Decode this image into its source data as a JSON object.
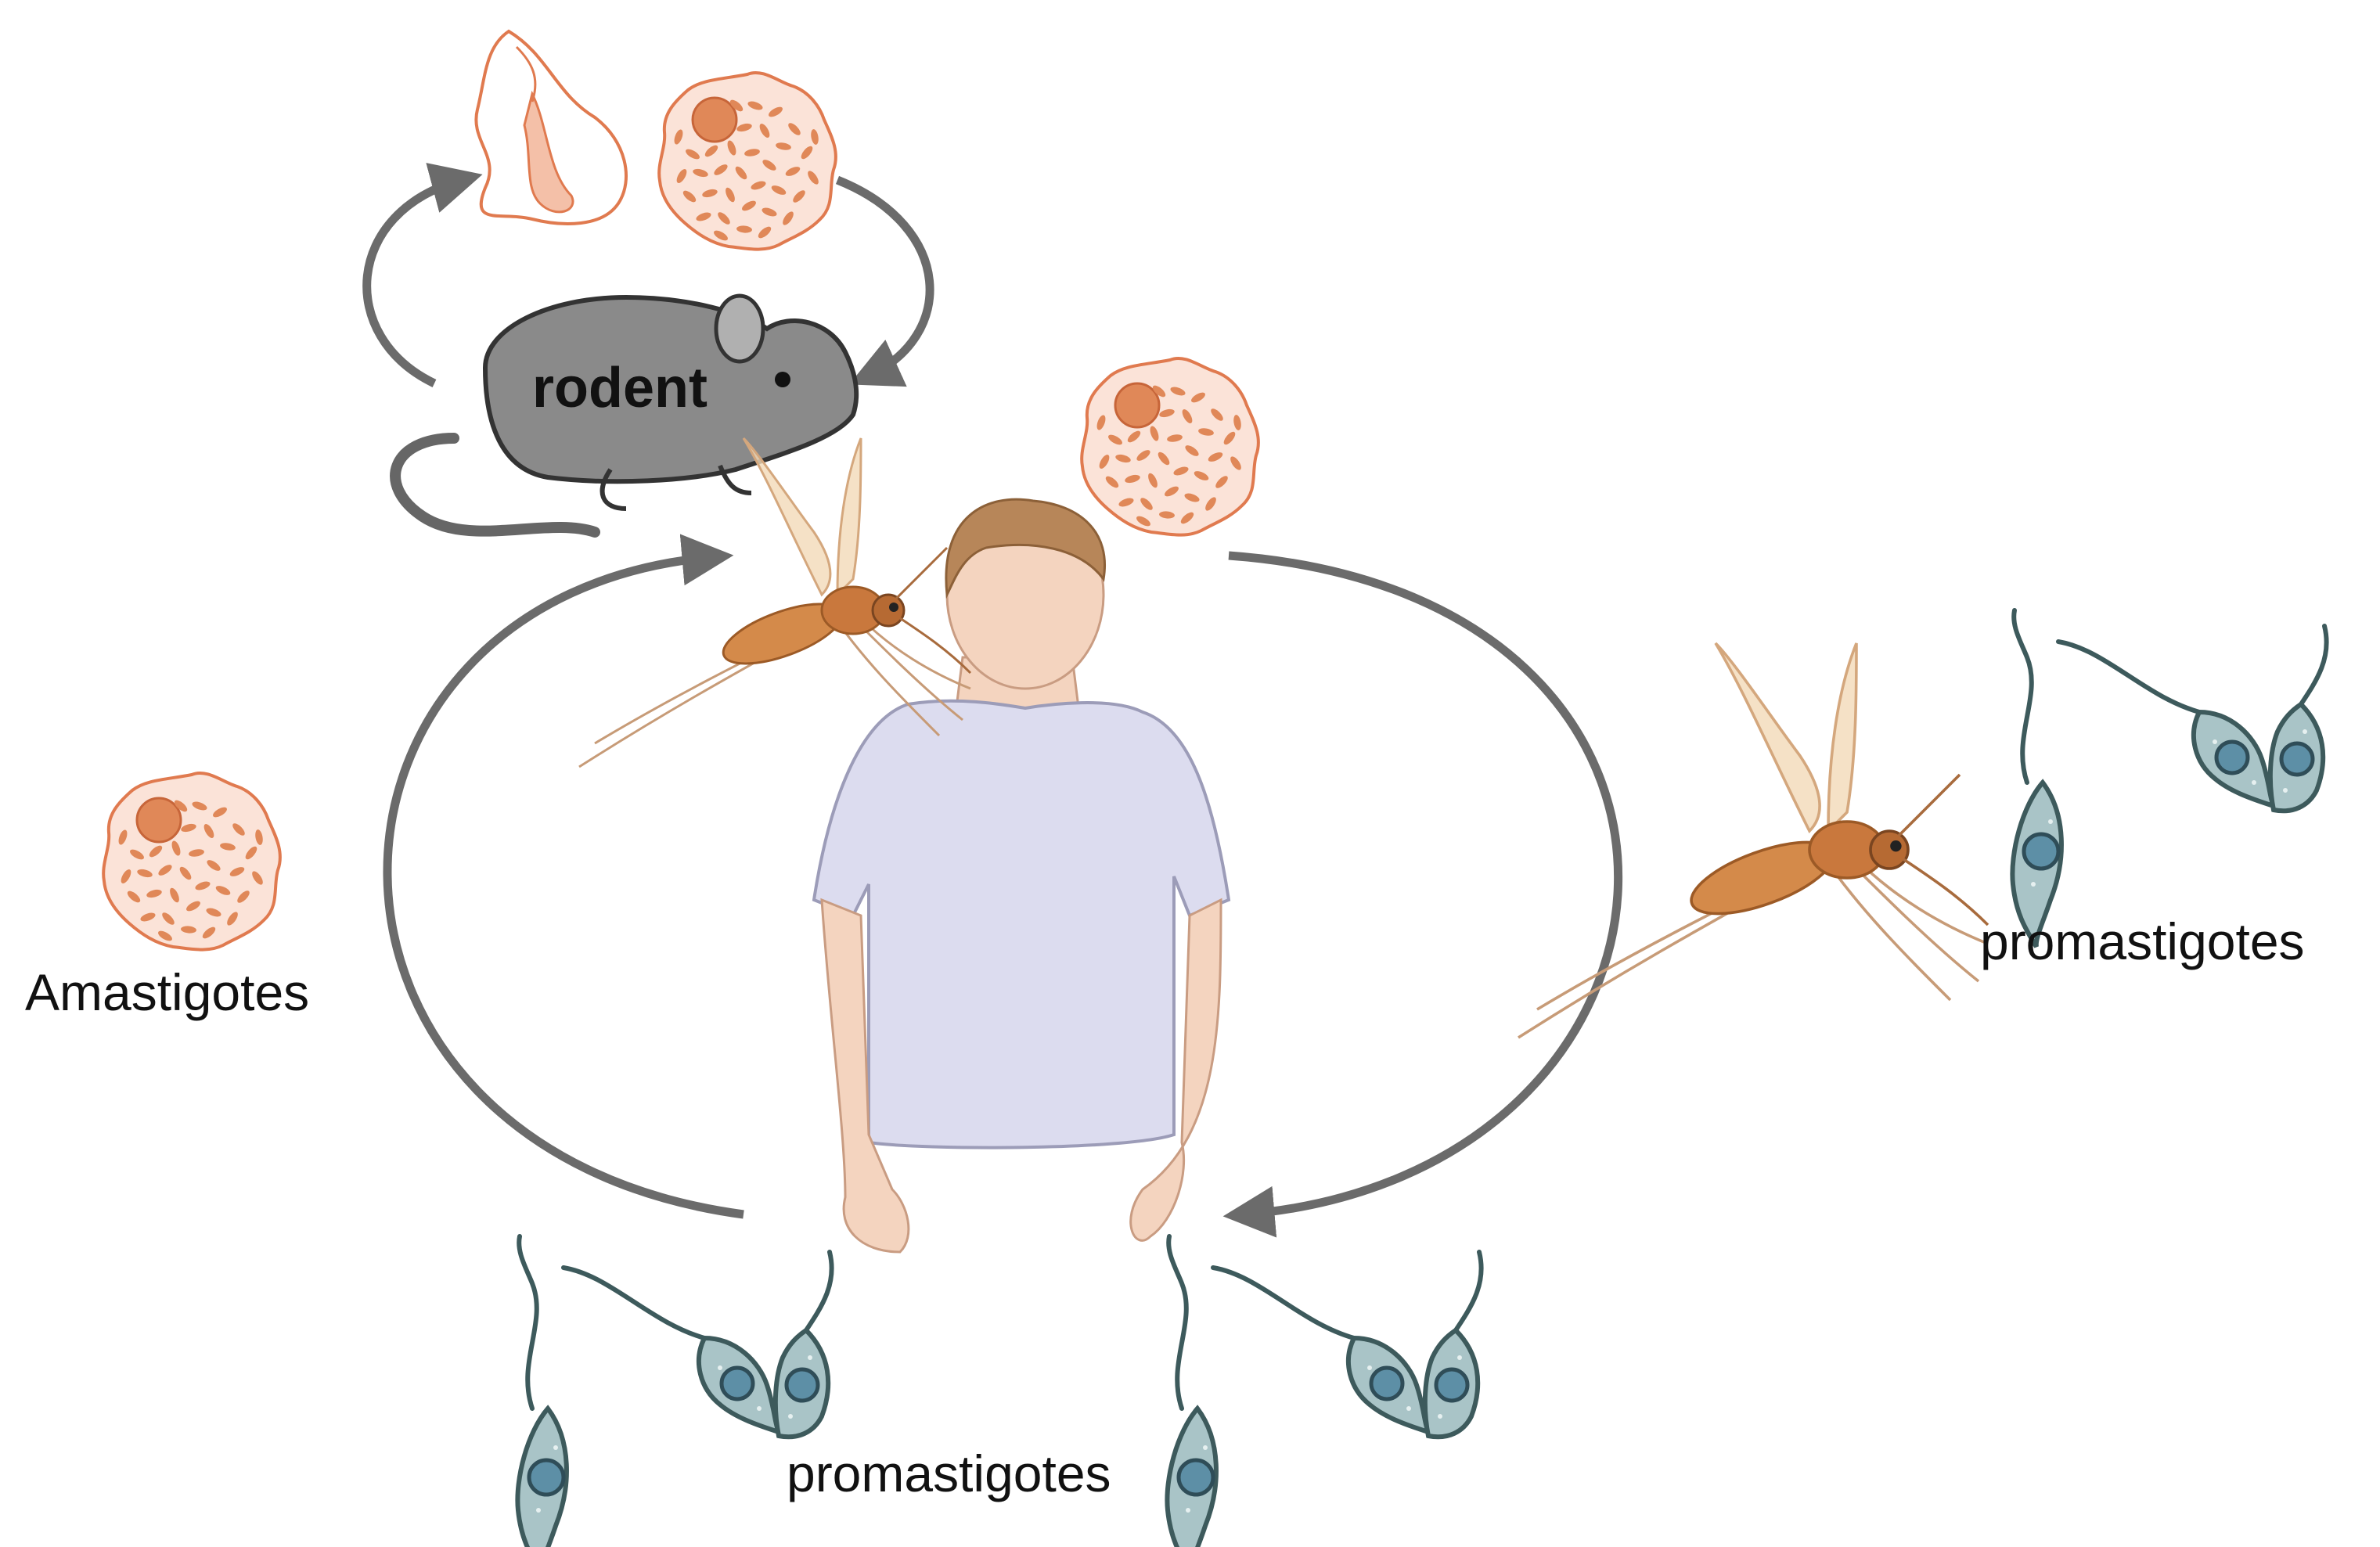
{
  "labels": {
    "host": "rodent",
    "amastigotes": "Amastigotes",
    "promastigotes_right": "promastigotes",
    "promastigotes_bottom": "promastigotes"
  },
  "icons": [
    "rodent-icon",
    "human-figure",
    "sandfly-icon",
    "infected-macrophage-icon",
    "promastigote-icon",
    "amastigote-icon",
    "cycle-arrow"
  ],
  "colors": {
    "arrow": "#6b6b6b",
    "rodent_body": "#8a8a8a",
    "macrophage_fill": "#fbe3d8",
    "macrophage_stroke": "#e07a4f",
    "parasite": "#e08858",
    "promastigote_fill": "#a9c4c7",
    "promastigote_stroke": "#3d5a5c",
    "shirt": "#dcdcef",
    "skin": "#f4d4bf",
    "hair": "#b78659",
    "sandfly": "#d48a4a"
  }
}
